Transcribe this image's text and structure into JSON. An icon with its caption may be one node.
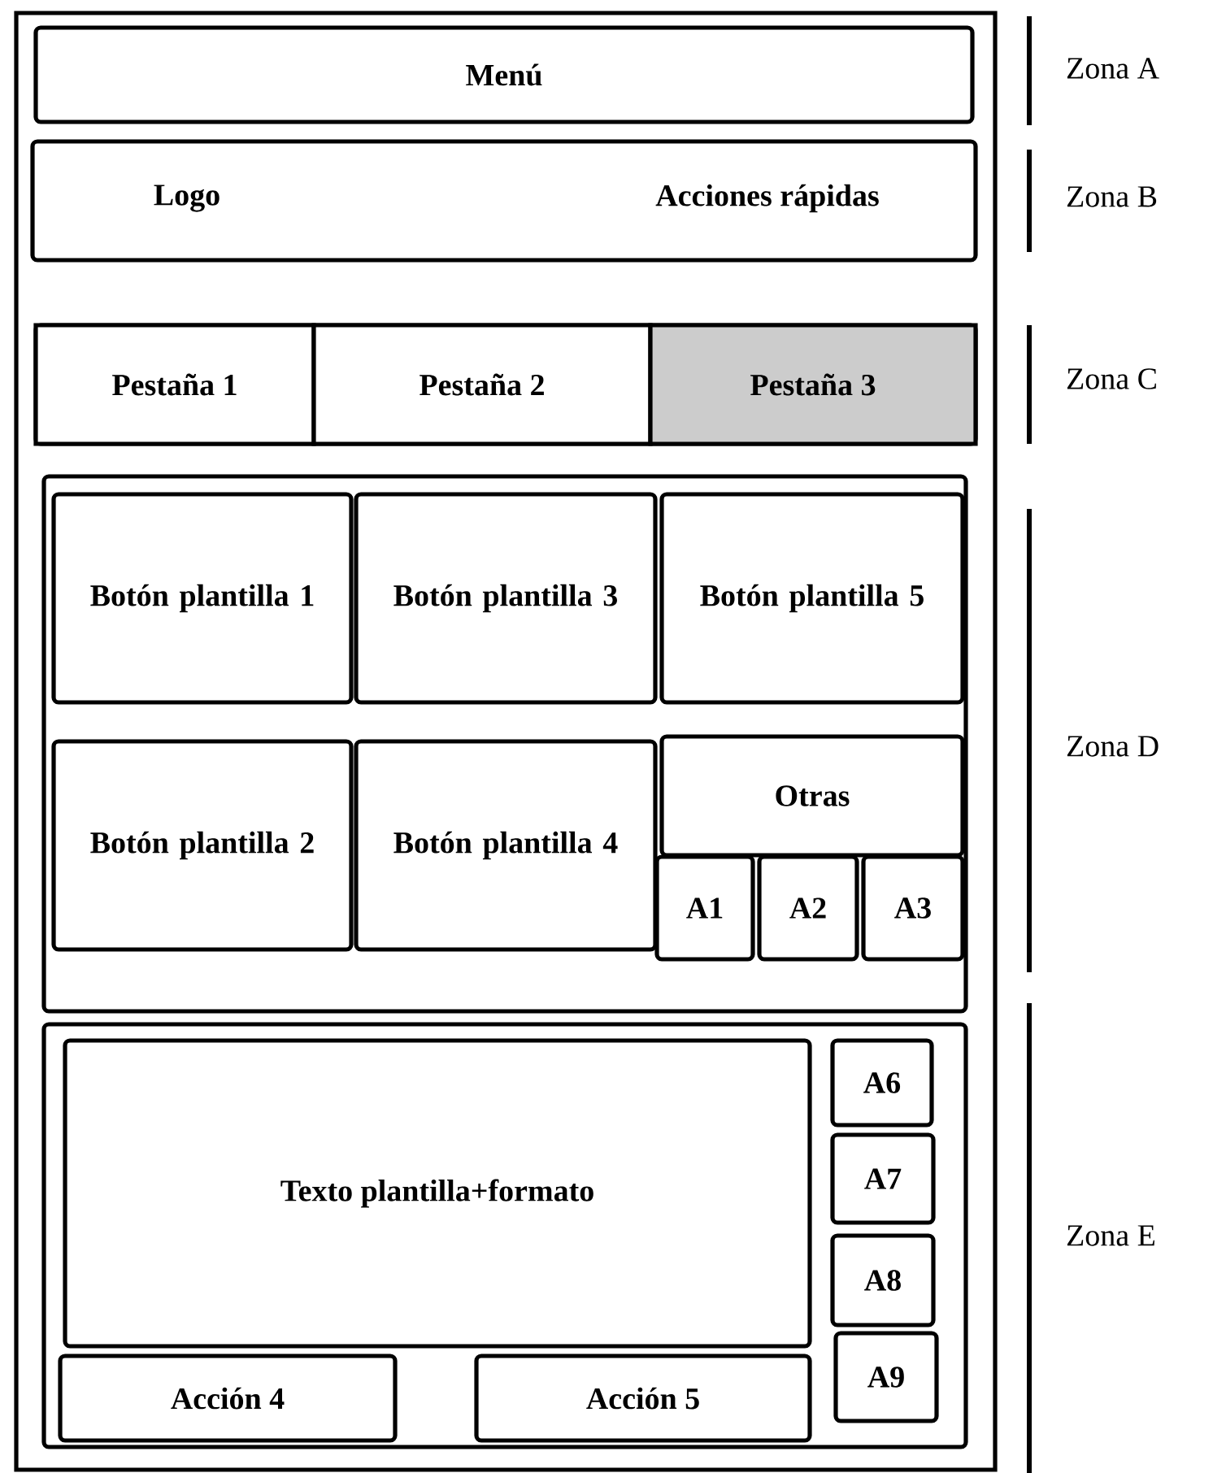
{
  "diagram": {
    "nodes": [
      {
        "text": [],
        "shape": "box"
      },
      {
        "text": [
          "Menú"
        ],
        "in": 0
      },
      {
        "text": [
          "Logo",
          "Acciones rápidas"
        ],
        "in": 0
      },
      {
        "text": [],
        "shape": "box",
        "in": 0
      },
      {
        "text": [
          "Pestaña 1"
        ],
        "in": 3
      },
      {
        "text": [
          "Pestaña 2"
        ],
        "in": 3
      },
      {
        "text": [
          "Pestaña 3"
        ],
        "in": 3
      },
      {
        "text": [],
        "shape": "box",
        "in": 0
      },
      {
        "text": [
          "Botón plantilla 1"
        ],
        "in": 7
      },
      {
        "text": [
          "Botón plantilla 3"
        ],
        "in": 7
      },
      {
        "text": [
          "Botón plantilla 5"
        ],
        "in": 7
      },
      {
        "text": [
          "Botón plantilla 2"
        ],
        "in": 7
      },
      {
        "text": [
          "Botón plantilla 4"
        ],
        "in": 7
      },
      {
        "text": [
          "Otras"
        ],
        "in": 7
      },
      {
        "text": [
          "A1"
        ],
        "in": 7
      },
      {
        "text": [
          "A2"
        ],
        "in": 7
      },
      {
        "text": [
          "A3"
        ],
        "in": 7
      },
      {
        "text": [],
        "shape": "box",
        "in": 0
      },
      {
        "text": [
          "Texto plantilla+formato"
        ],
        "in": 17
      },
      {
        "text": [
          "A6"
        ],
        "in": 17
      },
      {
        "text": [
          "A7"
        ],
        "in": 17
      },
      {
        "text": [
          "A8"
        ],
        "in": 17
      },
      {
        "text": [
          "A9"
        ],
        "in": 17
      },
      {
        "text": [
          "Acción 4"
        ],
        "in": 17
      },
      {
        "text": [
          "Acción 5"
        ],
        "in": 17
      }
    ],
    "labels": [
      "Zona A",
      "Zona B",
      "Zona C",
      "Zona D",
      "Zona E"
    ]
  }
}
